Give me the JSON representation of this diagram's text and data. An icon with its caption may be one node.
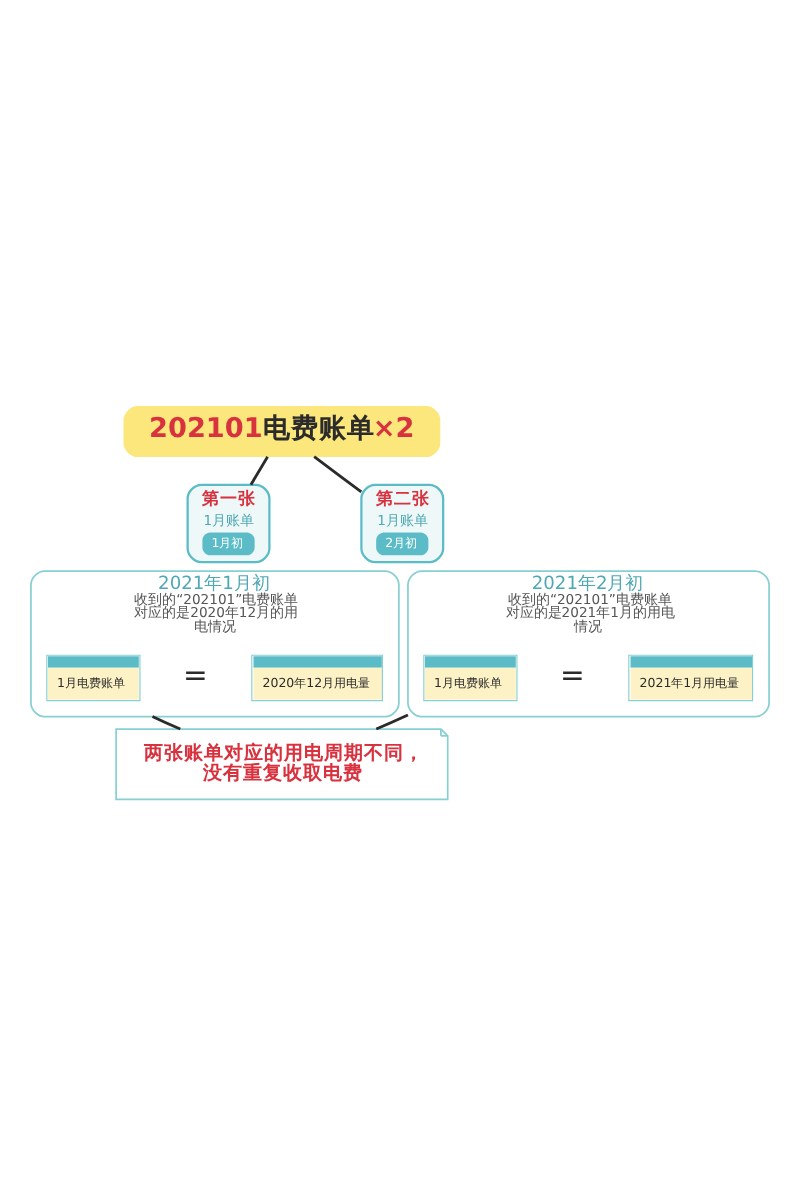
{
  "diagram": {
    "nodes": [
      {
        "text": [
          "202101电费账单×2"
        ]
      },
      {
        "text": [
          "第一张",
          "1月账单",
          "1月初"
        ]
      },
      {
        "text": [
          "第二张",
          "1月账单",
          "2月初"
        ]
      },
      {
        "text": [
          "2021年1月初",
          "收到的“202101”电费账单对应的是2020年12月的用电情况"
        ]
      },
      {
        "text": [
          "1月电费账单"
        ],
        "in": 3
      },
      {
        "text": [
          "2020年12月用电量"
        ],
        "in": 3
      },
      {
        "text": [
          "2021年2月初",
          "收到的“202101”电费账单对应的是2021年1月的用电情况"
        ]
      },
      {
        "text": [
          "1月电费账单"
        ],
        "in": 6
      },
      {
        "text": [
          "2021年1月用电量"
        ],
        "in": 6
      },
      {
        "text": [
          "两张账单对应的用电周期不同，没有重复收取电费"
        ]
      }
    ],
    "edges": [
      {
        "from": 0,
        "to": 1,
        "arrow": "none"
      },
      {
        "from": 0,
        "to": 2,
        "arrow": "none"
      },
      {
        "from": 3,
        "to": 9,
        "arrow": "none"
      },
      {
        "from": 6,
        "to": 9,
        "arrow": "none"
      }
    ],
    "labels": [
      "=",
      "="
    ]
  }
}
